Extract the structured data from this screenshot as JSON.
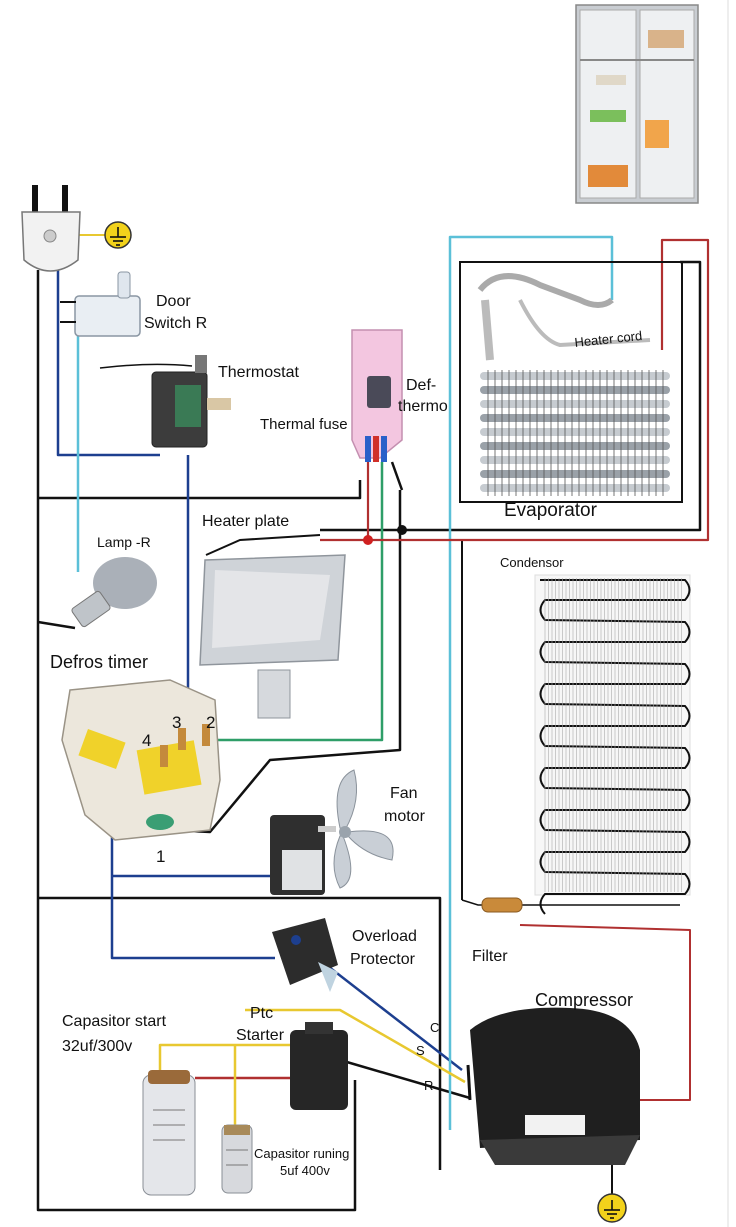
{
  "labels": {
    "door_switch_1": "Door",
    "door_switch_2": "Switch R",
    "thermostat": "Thermostat",
    "def_thermo_1": "Def-",
    "def_thermo_2": "thermo",
    "thermal_fuse": "Thermal fuse",
    "heater_cord": "Heater cord",
    "evaporator": "Evaporator",
    "heater_plate": "Heater plate",
    "lamp": "Lamp -R",
    "condensor": "Condensor",
    "defros_timer": "Defros timer",
    "fan_motor_1": "Fan",
    "fan_motor_2": "motor",
    "overload_1": "Overload",
    "overload_2": "Protector",
    "filter": "Filter",
    "compressor": "Compressor",
    "cap_start_1": "Capasitor start",
    "cap_start_2": "32uf/300v",
    "ptc_1": "Ptc",
    "ptc_2": "Starter",
    "cap_run_1": "Capasitor runing",
    "cap_run_2": "5uf 400v",
    "terminal_c": "C",
    "terminal_s": "S",
    "terminal_r": "R"
  },
  "timer_terminals": [
    "1",
    "2",
    "3",
    "4"
  ],
  "colors": {
    "black_wire": "#111111",
    "blue_wire": "#1d3f8f",
    "cyan_wire": "#5bc0d8",
    "green_wire": "#2e9e68",
    "red_wire": "#b03030",
    "yellow_wire": "#e8c830",
    "ground": "#f2d21b"
  },
  "icons": [
    "plug-icon",
    "ground-icon",
    "refrigerator-icon",
    "bulb-icon",
    "fan-blade-icon"
  ]
}
